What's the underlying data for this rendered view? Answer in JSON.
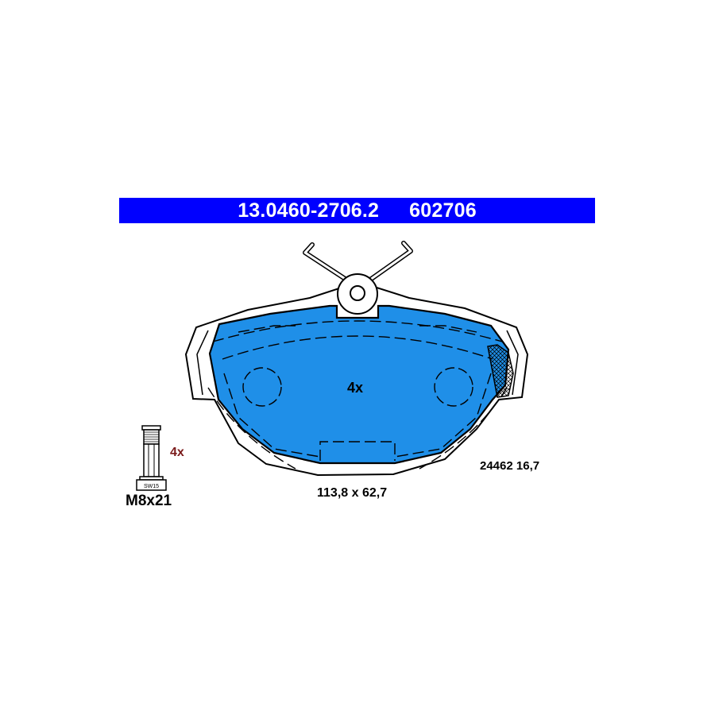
{
  "header": {
    "part_number": "13.0460-2706.2",
    "ref_number": "602706"
  },
  "pad": {
    "quantity_label": "4x",
    "dimensions_label": "113,8 x 62,7",
    "code_label": "24462 16,7"
  },
  "bolt": {
    "quantity_label": "4x",
    "size_label": "M8x21",
    "head_label": "SW15"
  },
  "colors": {
    "header_blue": "#0000ff",
    "friction_blue": "#1f8fe8",
    "outline": "#000000",
    "quantity_red": "#7a1a1a"
  }
}
